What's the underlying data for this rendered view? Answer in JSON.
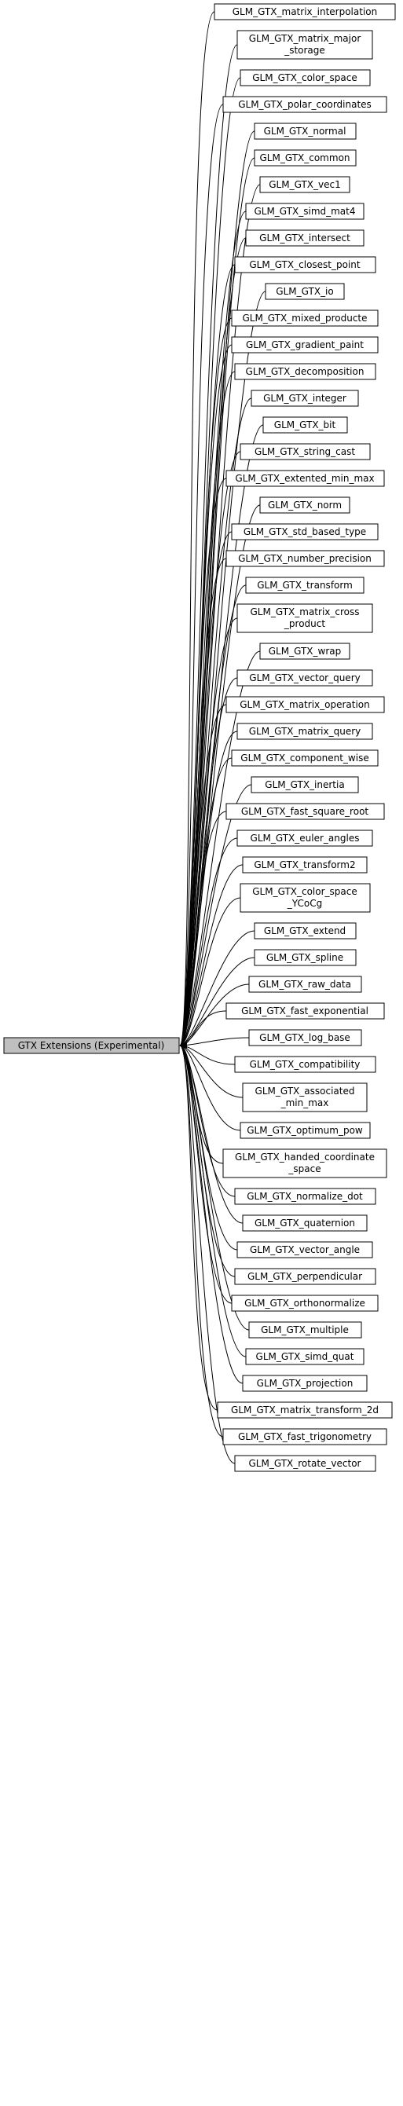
{
  "root": {
    "label": "GTX Extensions (Experimental)"
  },
  "modules": [
    {
      "lines": [
        "GLM_GTX_matrix_interpolation"
      ]
    },
    {
      "lines": [
        "GLM_GTX_matrix_major",
        "_storage"
      ]
    },
    {
      "lines": [
        "GLM_GTX_color_space"
      ]
    },
    {
      "lines": [
        "GLM_GTX_polar_coordinates"
      ]
    },
    {
      "lines": [
        "GLM_GTX_normal"
      ]
    },
    {
      "lines": [
        "GLM_GTX_common"
      ]
    },
    {
      "lines": [
        "GLM_GTX_vec1"
      ]
    },
    {
      "lines": [
        "GLM_GTX_simd_mat4"
      ]
    },
    {
      "lines": [
        "GLM_GTX_intersect"
      ]
    },
    {
      "lines": [
        "GLM_GTX_closest_point"
      ]
    },
    {
      "lines": [
        "GLM_GTX_io"
      ]
    },
    {
      "lines": [
        "GLM_GTX_mixed_producte"
      ]
    },
    {
      "lines": [
        "GLM_GTX_gradient_paint"
      ]
    },
    {
      "lines": [
        "GLM_GTX_decomposition"
      ]
    },
    {
      "lines": [
        "GLM_GTX_integer"
      ]
    },
    {
      "lines": [
        "GLM_GTX_bit"
      ]
    },
    {
      "lines": [
        "GLM_GTX_string_cast"
      ]
    },
    {
      "lines": [
        "GLM_GTX_extented_min_max"
      ]
    },
    {
      "lines": [
        "GLM_GTX_norm"
      ]
    },
    {
      "lines": [
        "GLM_GTX_std_based_type"
      ]
    },
    {
      "lines": [
        "GLM_GTX_number_precision"
      ]
    },
    {
      "lines": [
        "GLM_GTX_transform"
      ]
    },
    {
      "lines": [
        "GLM_GTX_matrix_cross",
        "_product"
      ]
    },
    {
      "lines": [
        "GLM_GTX_wrap"
      ]
    },
    {
      "lines": [
        "GLM_GTX_vector_query"
      ]
    },
    {
      "lines": [
        "GLM_GTX_matrix_operation"
      ]
    },
    {
      "lines": [
        "GLM_GTX_matrix_query"
      ]
    },
    {
      "lines": [
        "GLM_GTX_component_wise"
      ]
    },
    {
      "lines": [
        "GLM_GTX_inertia"
      ]
    },
    {
      "lines": [
        "GLM_GTX_fast_square_root"
      ]
    },
    {
      "lines": [
        "GLM_GTX_euler_angles"
      ]
    },
    {
      "lines": [
        "GLM_GTX_transform2"
      ]
    },
    {
      "lines": [
        "GLM_GTX_color_space",
        "_YCoCg"
      ]
    },
    {
      "lines": [
        "GLM_GTX_extend"
      ]
    },
    {
      "lines": [
        "GLM_GTX_spline"
      ]
    },
    {
      "lines": [
        "GLM_GTX_raw_data"
      ]
    },
    {
      "lines": [
        "GLM_GTX_fast_exponential"
      ]
    },
    {
      "lines": [
        "GLM_GTX_log_base"
      ]
    },
    {
      "lines": [
        "GLM_GTX_compatibility"
      ]
    },
    {
      "lines": [
        "GLM_GTX_associated",
        "_min_max"
      ]
    },
    {
      "lines": [
        "GLM_GTX_optimum_pow"
      ]
    },
    {
      "lines": [
        "GLM_GTX_handed_coordinate",
        "_space"
      ]
    },
    {
      "lines": [
        "GLM_GTX_normalize_dot"
      ]
    },
    {
      "lines": [
        "GLM_GTX_quaternion"
      ]
    },
    {
      "lines": [
        "GLM_GTX_vector_angle"
      ]
    },
    {
      "lines": [
        "GLM_GTX_perpendicular"
      ]
    },
    {
      "lines": [
        "GLM_GTX_orthonormalize"
      ]
    },
    {
      "lines": [
        "GLM_GTX_multiple"
      ]
    },
    {
      "lines": [
        "GLM_GTX_simd_quat"
      ]
    },
    {
      "lines": [
        "GLM_GTX_projection"
      ]
    },
    {
      "lines": [
        "GLM_GTX_matrix_transform_2d"
      ]
    },
    {
      "lines": [
        "GLM_GTX_fast_trigonometry"
      ]
    },
    {
      "lines": [
        "GLM_GTX_rotate_vector"
      ]
    }
  ]
}
